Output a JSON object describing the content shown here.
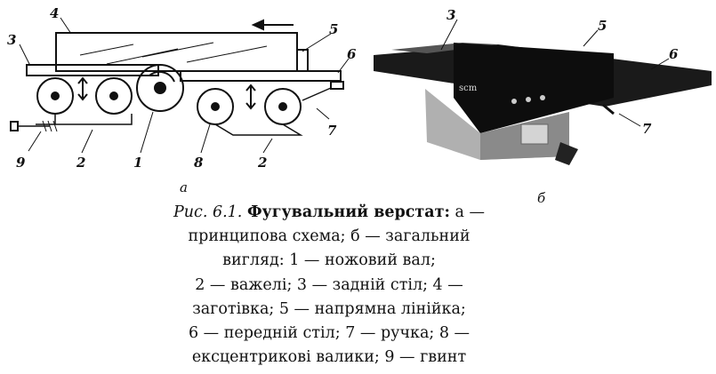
{
  "diagram_a": {
    "labels": {
      "l1": "1",
      "l2a": "2",
      "l2b": "2",
      "l3": "3",
      "l4": "4",
      "l5": "5",
      "l6": "6",
      "l7": "7",
      "l8": "8",
      "l9": "9"
    },
    "sublabel": "а"
  },
  "photo_b": {
    "labels": {
      "l3": "3",
      "l5": "5",
      "l6": "6",
      "l7": "7"
    },
    "brand": "scm",
    "sublabel": "б"
  },
  "caption": {
    "prefix": "Рис. 6.1.",
    "title": "Фугувальний верстат:",
    "lines": [
      "а — принципова схема; б — загальний",
      "вигляд: 1 — ножовий вал;",
      "2 — важелі; 3 — задній стіл; 4 —",
      "заготівка; 5 — напрямна лінійка;",
      "6 — передній стіл; 7 — ручка; 8 —",
      "ексцентрикові валики; 9 — гвинт"
    ]
  }
}
